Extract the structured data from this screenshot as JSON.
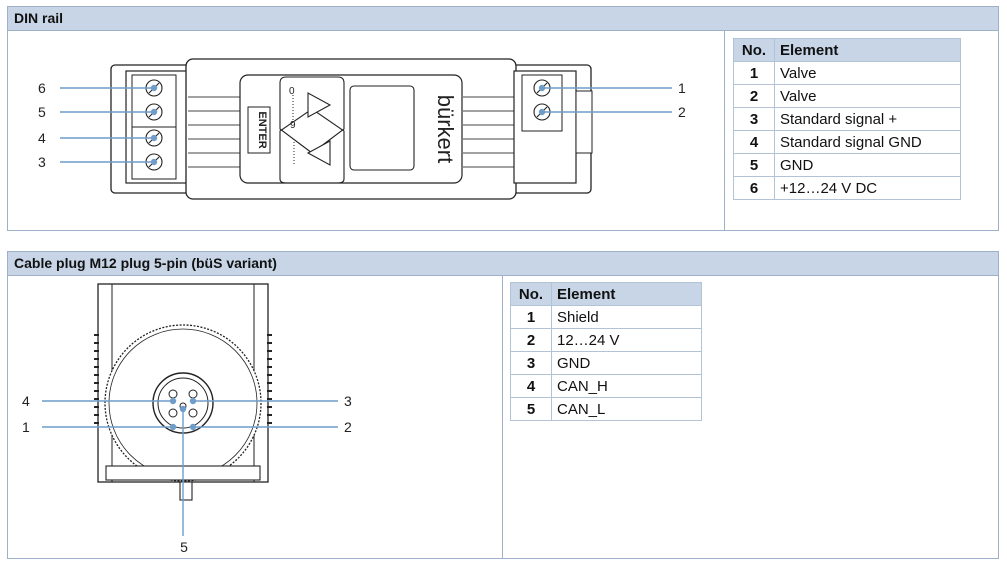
{
  "din_rail": {
    "title": "DIN rail",
    "table": {
      "headers": [
        "No.",
        "Element"
      ],
      "rows": [
        {
          "no": "1",
          "element": "Valve"
        },
        {
          "no": "2",
          "element": "Valve"
        },
        {
          "no": "3",
          "element": "Standard signal +"
        },
        {
          "no": "4",
          "element": "Standard signal GND"
        },
        {
          "no": "5",
          "element": "GND"
        },
        {
          "no": "6",
          "element": "+12…24 V DC"
        }
      ]
    },
    "callouts": [
      "6",
      "5",
      "4",
      "3",
      "1",
      "2"
    ],
    "device_labels": {
      "enter": "ENTER",
      "brand": "bürkert"
    }
  },
  "cable_plug": {
    "title": "Cable plug M12 plug 5-pin (büS variant)",
    "table": {
      "headers": [
        "No.",
        "Element"
      ],
      "rows": [
        {
          "no": "1",
          "element": "Shield"
        },
        {
          "no": "2",
          "element": "12…24 V"
        },
        {
          "no": "3",
          "element": "GND"
        },
        {
          "no": "4",
          "element": "CAN_H"
        },
        {
          "no": "5",
          "element": "CAN_L"
        }
      ]
    },
    "callouts": [
      "4",
      "1",
      "3",
      "2",
      "5"
    ]
  },
  "colors": {
    "header_bg": "#c7d5e7",
    "border": "#9fb1c9",
    "leader_line": "#6f9cc9"
  }
}
